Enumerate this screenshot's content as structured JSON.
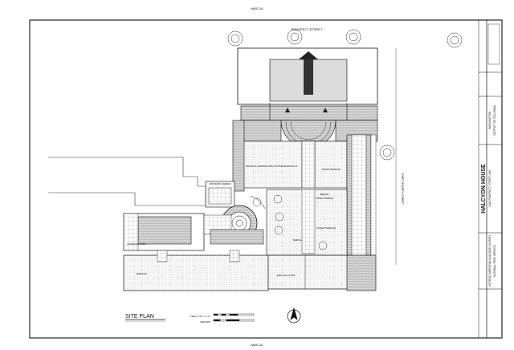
{
  "sheet": {
    "top_code": "HABS CAL",
    "bottom_code": "HABS CAL"
  },
  "streets": {
    "north": "PROSPECT STREET",
    "east": "THIRTY-FOURTH STREET"
  },
  "rooms": {
    "upper_left_terrace": "MAGNOLIA (GRANDIFLORA) SOUTHERN MAGNOLIA",
    "upper_right_terrace": "UPPER TERRACE",
    "bridge": "BRIDGE",
    "east_terrace": "UPPER TERRACE",
    "lower_terrace": "LOWER TERRACE",
    "temple": "TEMPLE",
    "service_court": "SERVICE COURT",
    "swimming_pool": "SWIMMING POOL",
    "terrace": "TERRACE",
    "boxwood": "BOXWOOD GARDEN"
  },
  "title_block": {
    "plan_title": "SITE PLAN",
    "scale_feet": "FEET 1/16\" = 1'-0\"",
    "scale_meters": "METERS",
    "house_name": "HALCYON HOUSE",
    "address": "3400 PROSPECT STREET, NW",
    "city": "WASHINGTON",
    "district": "DISTRICT OF COLUMBIA",
    "program": "HISTORIC AMERICAN BUILDINGS SURVEY",
    "agency": "NATIONAL PARK SERVICE"
  }
}
